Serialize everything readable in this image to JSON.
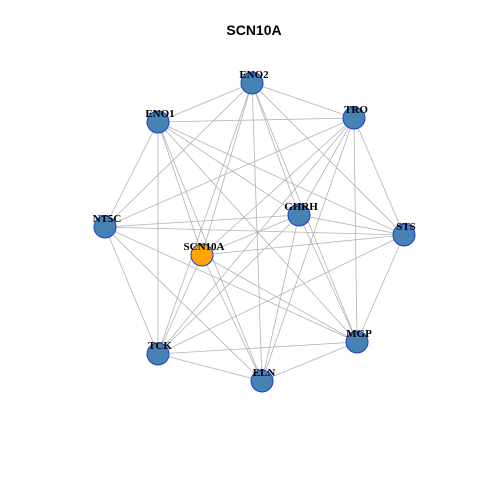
{
  "title": "SCN10A",
  "colors": {
    "background": "#ffffff",
    "node_fill": "#4682b4",
    "node_border": "#1f3ccc",
    "highlight_fill": "#ffa500",
    "edge": "#b3b3b3"
  },
  "nodes": [
    {
      "id": "ENO2",
      "label": "ENO2",
      "highlight": false
    },
    {
      "id": "TRO",
      "label": "TRO",
      "highlight": false
    },
    {
      "id": "STS",
      "label": "STS",
      "highlight": false
    },
    {
      "id": "MGP",
      "label": "MGP",
      "highlight": false
    },
    {
      "id": "ELN",
      "label": "ELN",
      "highlight": false
    },
    {
      "id": "TCK",
      "label": "TCK",
      "highlight": false
    },
    {
      "id": "NT5C",
      "label": "NT5C",
      "highlight": false
    },
    {
      "id": "ENO1",
      "label": "ENO1",
      "highlight": false
    },
    {
      "id": "GHRH",
      "label": "GHRH",
      "highlight": false
    },
    {
      "id": "SCN10A",
      "label": "SCN10A",
      "highlight": true
    }
  ],
  "edges": [
    [
      "ENO2",
      "TRO"
    ],
    [
      "ENO2",
      "ENO1"
    ],
    [
      "ENO2",
      "NT5C"
    ],
    [
      "ENO2",
      "GHRH"
    ],
    [
      "ENO2",
      "SCN10A"
    ],
    [
      "ENO2",
      "STS"
    ],
    [
      "ENO2",
      "MGP"
    ],
    [
      "ENO2",
      "ELN"
    ],
    [
      "ENO2",
      "TCK"
    ],
    [
      "TRO",
      "ENO1"
    ],
    [
      "TRO",
      "GHRH"
    ],
    [
      "TRO",
      "SCN10A"
    ],
    [
      "TRO",
      "STS"
    ],
    [
      "TRO",
      "MGP"
    ],
    [
      "TRO",
      "ELN"
    ],
    [
      "TRO",
      "TCK"
    ],
    [
      "TRO",
      "NT5C"
    ],
    [
      "ENO1",
      "NT5C"
    ],
    [
      "ENO1",
      "SCN10A"
    ],
    [
      "ENO1",
      "GHRH"
    ],
    [
      "ENO1",
      "STS"
    ],
    [
      "ENO1",
      "MGP"
    ],
    [
      "ENO1",
      "ELN"
    ],
    [
      "ENO1",
      "TCK"
    ],
    [
      "NT5C",
      "STS"
    ],
    [
      "NT5C",
      "GHRH"
    ],
    [
      "NT5C",
      "MGP"
    ],
    [
      "NT5C",
      "TCK"
    ],
    [
      "NT5C",
      "ELN"
    ],
    [
      "GHRH",
      "SCN10A"
    ],
    [
      "GHRH",
      "STS"
    ],
    [
      "GHRH",
      "MGP"
    ],
    [
      "GHRH",
      "ELN"
    ],
    [
      "GHRH",
      "TCK"
    ],
    [
      "SCN10A",
      "STS"
    ],
    [
      "SCN10A",
      "MGP"
    ],
    [
      "SCN10A",
      "ELN"
    ],
    [
      "SCN10A",
      "TCK"
    ],
    [
      "STS",
      "MGP"
    ],
    [
      "STS",
      "TCK"
    ],
    [
      "MGP",
      "TCK"
    ],
    [
      "MGP",
      "ELN"
    ],
    [
      "ELN",
      "TCK"
    ]
  ]
}
